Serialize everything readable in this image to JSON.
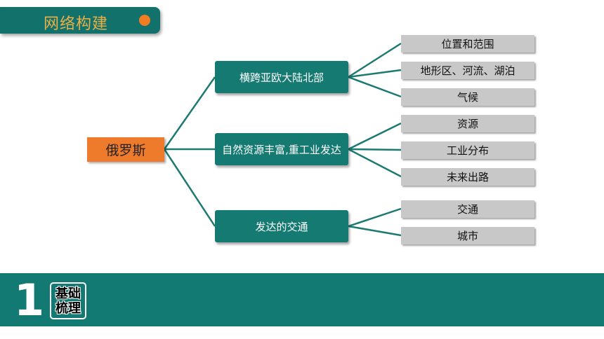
{
  "header": {
    "title": "网络构建"
  },
  "colors": {
    "teal": "#147a72",
    "orange": "#ee7a2c",
    "gold_text": "#e9b04a",
    "leaf_gray": "#c8c8c8"
  },
  "diagram": {
    "root": "俄罗斯",
    "branches": [
      {
        "label": "横跨亚欧大陆北部",
        "leaves": [
          "位置和范围",
          "地形区、河流、湖泊",
          "气候"
        ]
      },
      {
        "label": "自然资源丰富,重工业发达",
        "leaves": [
          "资源",
          "工业分布",
          "未来出路"
        ]
      },
      {
        "label": "发达的交通",
        "leaves": [
          "交通",
          "城市"
        ]
      }
    ]
  },
  "footer": {
    "number": "1",
    "label_line1": "基础",
    "label_line2": "梳理"
  }
}
